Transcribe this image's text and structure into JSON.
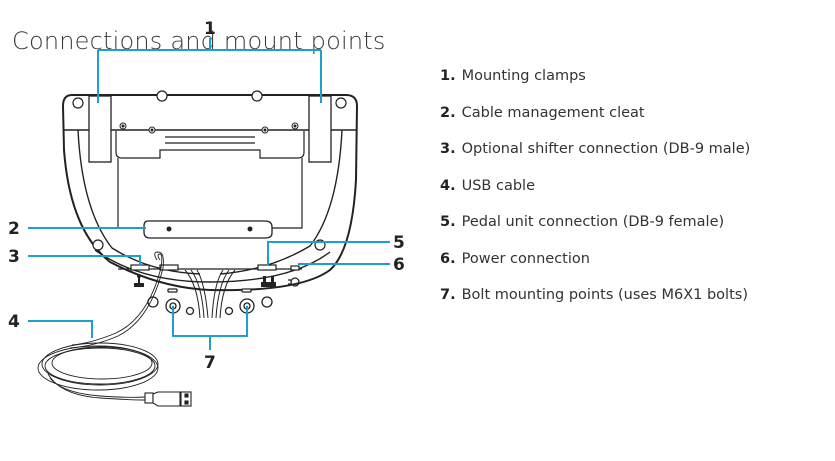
{
  "title": "Connections and mount points",
  "accent_color": "#1ba1d1",
  "callouts": [
    "1",
    "2",
    "3",
    "4",
    "5",
    "6",
    "7"
  ],
  "legend": [
    {
      "num": "1.",
      "label": "Mounting clamps"
    },
    {
      "num": "2.",
      "label": "Cable management cleat"
    },
    {
      "num": "3.",
      "label": "Optional shifter connection (DB-9 male)"
    },
    {
      "num": "4.",
      "label": "USB cable"
    },
    {
      "num": "5.",
      "label": "Pedal unit connection (DB-9 female)"
    },
    {
      "num": "6.",
      "label": "Power connection"
    },
    {
      "num": "7.",
      "label": "Bolt mounting points (uses M6X1 bolts)"
    }
  ],
  "icons": {
    "shifter": "shifter-icon",
    "pedals": "pedals-icon",
    "power": "power-icon",
    "usb": "usb-plug-icon"
  }
}
